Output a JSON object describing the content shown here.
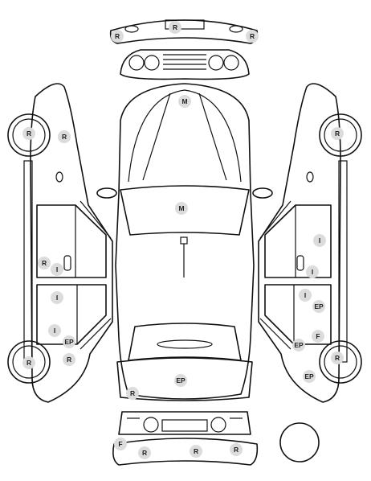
{
  "colors": {
    "outline": "#111111",
    "marker_fill": "#dcdcdc",
    "marker_text": "#222222",
    "background": "#ffffff"
  },
  "markers": [
    {
      "id": "rear-bumper-left",
      "label": "R"
    },
    {
      "id": "rear-bumper-center",
      "label": "R"
    },
    {
      "id": "rear-bumper-right",
      "label": "R"
    },
    {
      "id": "hood",
      "label": "M"
    },
    {
      "id": "roof",
      "label": "M"
    },
    {
      "id": "left-rear-wheel",
      "label": "R"
    },
    {
      "id": "left-rear-quarter",
      "label": "R"
    },
    {
      "id": "left-rear-door-lower",
      "label": "R"
    },
    {
      "id": "left-rear-door-handle",
      "label": "I"
    },
    {
      "id": "left-front-door",
      "label": "I"
    },
    {
      "id": "left-front-door-lower",
      "label": "I"
    },
    {
      "id": "left-front-fender-ep",
      "label": "EP"
    },
    {
      "id": "left-front-fender-r",
      "label": "R"
    },
    {
      "id": "left-front-wheel",
      "label": "R"
    },
    {
      "id": "trunk",
      "label": "EP"
    },
    {
      "id": "front-left-corner",
      "label": "R"
    },
    {
      "id": "right-rear-wheel",
      "label": "R"
    },
    {
      "id": "right-rear-door",
      "label": "I"
    },
    {
      "id": "right-rear-door-handle",
      "label": "I"
    },
    {
      "id": "right-front-door-i",
      "label": "I"
    },
    {
      "id": "right-front-door-ep",
      "label": "EP"
    },
    {
      "id": "right-front-fender-f",
      "label": "F"
    },
    {
      "id": "right-front-fender-ep",
      "label": "EP"
    },
    {
      "id": "right-front-wheel",
      "label": "R"
    },
    {
      "id": "right-front-lower-ep",
      "label": "EP"
    },
    {
      "id": "front-bumper-f",
      "label": "F"
    },
    {
      "id": "front-bumper-r1",
      "label": "R"
    },
    {
      "id": "front-bumper-r2",
      "label": "R"
    },
    {
      "id": "front-bumper-r3",
      "label": "R"
    }
  ]
}
